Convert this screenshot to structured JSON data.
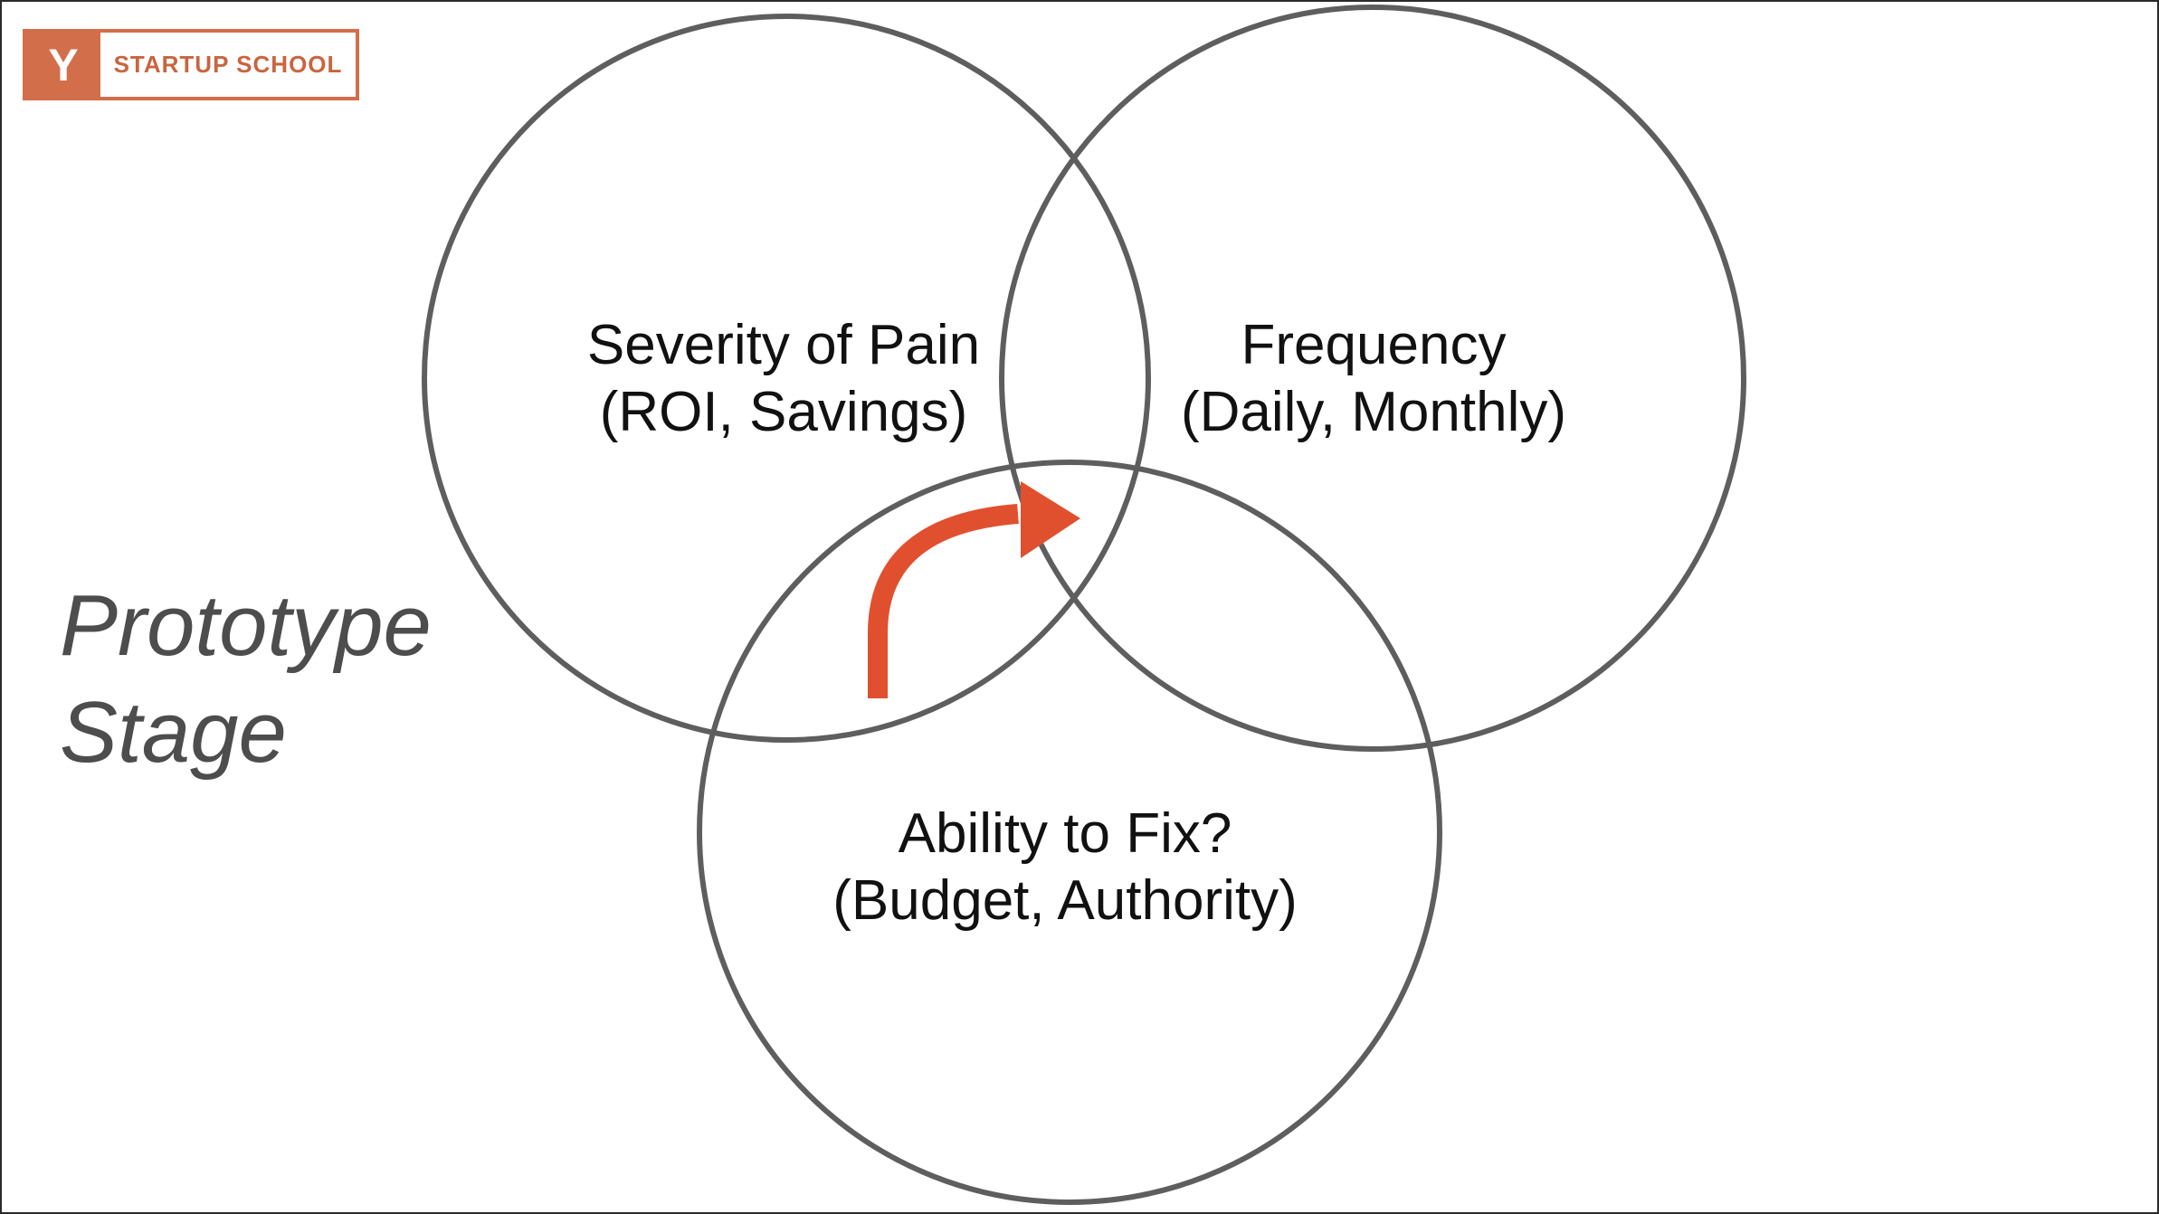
{
  "logo": {
    "mark": "Y",
    "text": "STARTUP SCHOOL",
    "color": "#d36e4b"
  },
  "stage": {
    "line1": "Prototype",
    "line2": "Stage"
  },
  "circles": [
    {
      "id": "severity",
      "title": "Severity of Pain",
      "subtitle": "(ROI, Savings)"
    },
    {
      "id": "frequency",
      "title": "Frequency",
      "subtitle": "(Daily, Monthly)"
    },
    {
      "id": "ability",
      "title": "Ability to Fix?",
      "subtitle": "(Budget, Authority)"
    }
  ],
  "arrow": {
    "color": "#e0502f",
    "icon": "curved-arrow-icon"
  }
}
